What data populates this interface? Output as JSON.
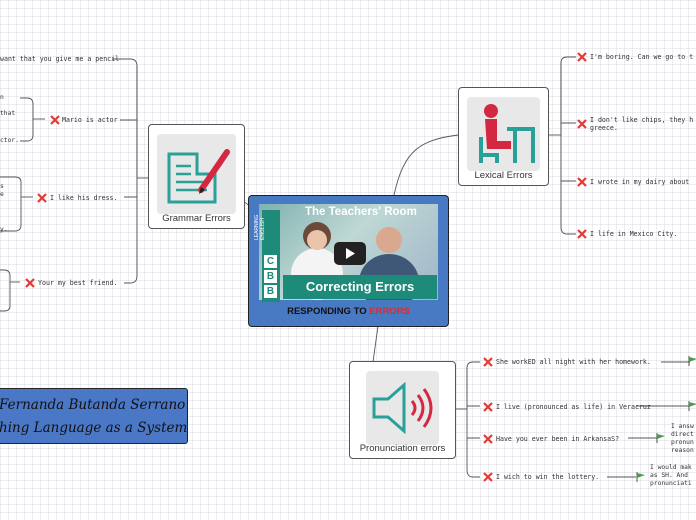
{
  "central": {
    "video_title": "The Teachers' Room",
    "video_subtitle": "Correcting Errors",
    "caption_prefix": "RESPONDING TO ",
    "caption_highlight": "ERRORS",
    "brand_letters": [
      "B",
      "B",
      "C"
    ],
    "brand_text": "LEARNING ENGLISH"
  },
  "branches": {
    "grammar": {
      "label": "Grammar Errors",
      "icon": "document-pen-icon",
      "items": [
        "want that you give me a pencil",
        "Mario is actor",
        "I like his dress.",
        "Your my best friend."
      ],
      "notes": [
        "n",
        "that",
        "ctor.",
        "s",
        "e",
        "y."
      ]
    },
    "lexical": {
      "label": "Lexical Errors",
      "icon": "student-desk-icon",
      "items": [
        "I'm boring. Can we go to t",
        "I don't like chips, they h\ngreece.",
        "I wrote in my dairy about",
        "I life in Mexico City."
      ]
    },
    "pronunciation": {
      "label": "Pronunciation errors",
      "icon": "speaker-icon",
      "items": [
        "She workED all night with her homework.",
        "I live (pronounced as life) in Veracruz",
        "Have you ever been in ArkansaS?",
        "I wich to win the lottery."
      ],
      "notes": [
        "I answ\ndirect\npronun\nreason",
        "I would mak\nas SH. And\npronunciati"
      ]
    }
  },
  "author": {
    "name": "Fernanda Butanda Serrano",
    "course": "hing Language as a System"
  },
  "colors": {
    "accent": "#4a78c6",
    "error": "#e53935",
    "flag": "#43a047",
    "teal": "#1e8a7a"
  }
}
